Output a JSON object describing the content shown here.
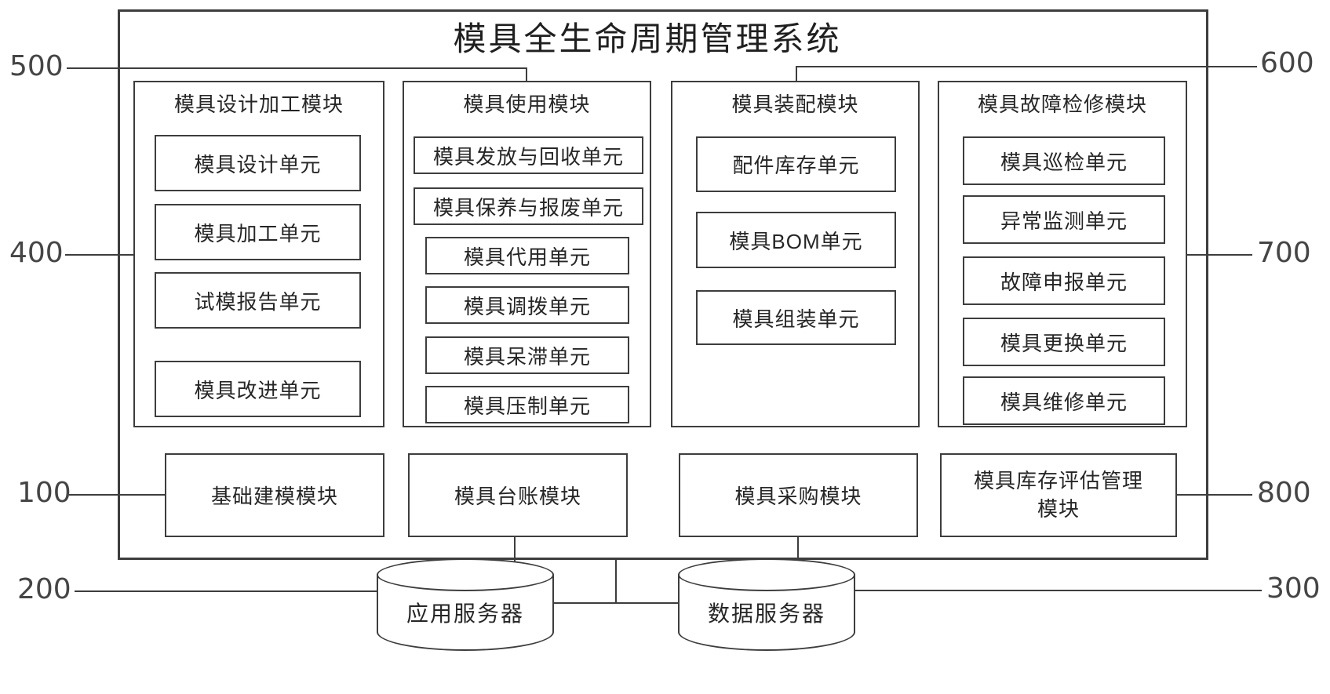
{
  "figure": {
    "title": "模具全生命周期管理系统",
    "columns": [
      {
        "label": "模具设计加工模块",
        "units": [
          "模具设计单元",
          "模具加工单元",
          "试模报告单元",
          "模具改进单元"
        ]
      },
      {
        "label": "模具使用模块",
        "units": [
          "模具发放与回收单元",
          "模具保养与报废单元",
          "模具代用单元",
          "模具调拨单元",
          "模具呆滞单元",
          "模具压制单元"
        ]
      },
      {
        "label": "模具装配模块",
        "units": [
          "配件库存单元",
          "模具BOM单元",
          "模具组装单元"
        ]
      },
      {
        "label": "模具故障检修模块",
        "units": [
          "模具巡检单元",
          "异常监测单元",
          "故障申报单元",
          "模具更换单元",
          "模具维修单元"
        ]
      }
    ],
    "bottom_modules": [
      "基础建模模块",
      "模具台账模块",
      "模具采购模块",
      "模具库存评估管理模块"
    ],
    "servers": [
      "应用服务器",
      "数据服务器"
    ],
    "refs": {
      "r100": "100",
      "r200": "200",
      "r300": "300",
      "r400": "400",
      "r500": "500",
      "r600": "600",
      "r700": "700",
      "r800": "800"
    },
    "colors": {
      "line": "#3d3d3d",
      "text": "#262626",
      "background": "#ffffff"
    }
  }
}
